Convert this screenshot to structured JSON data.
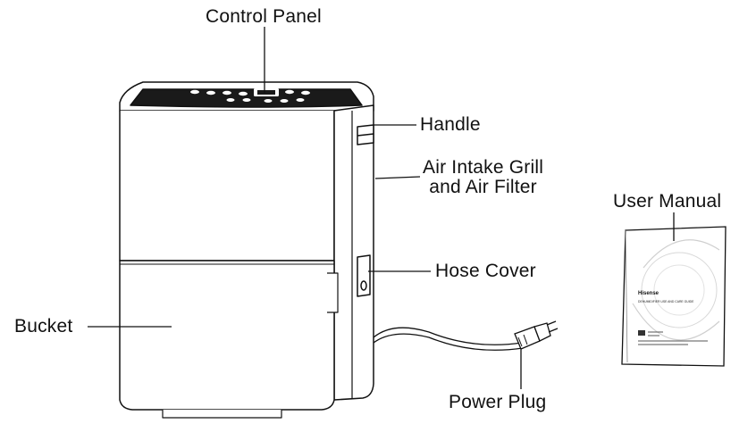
{
  "labels": {
    "control_panel": "Control Panel",
    "handle": "Handle",
    "air_intake_line1": "Air Intake Grill",
    "air_intake_line2": "and Air Filter",
    "hose_cover": "Hose Cover",
    "bucket": "Bucket",
    "power_plug": "Power Plug",
    "user_manual": "User Manual"
  },
  "manual_cover": {
    "brand": "Hisense",
    "title": "DEHUMIDIFIER USE AND CARE GUIDE"
  },
  "colors": {
    "line": "#111111",
    "panel_dark": "#1a1a1a",
    "manual_swirl": "#bfbfbf"
  }
}
